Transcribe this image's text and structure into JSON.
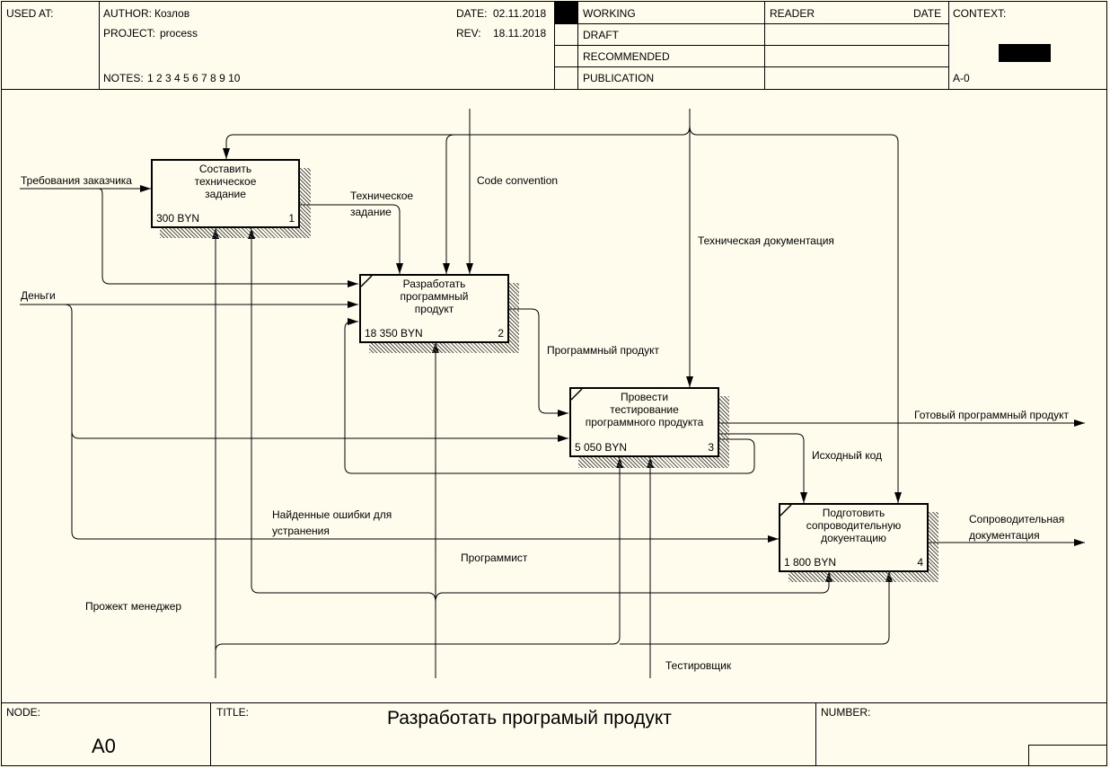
{
  "header": {
    "used_at_label": "USED AT:",
    "author_label": "AUTHOR:",
    "author_value": "Козлов",
    "project_label": "PROJECT:",
    "project_value": "process",
    "notes_label": "NOTES:",
    "notes_value": "1 2 3 4 5 6 7 8 9 10",
    "date_label": "DATE:",
    "date_value": "02.11.2018",
    "rev_label": "REV:",
    "rev_value": "18.11.2018",
    "status": [
      "WORKING",
      "DRAFT",
      "RECOMMENDED",
      "PUBLICATION"
    ],
    "reader_label": "READER",
    "reader_date_label": "DATE",
    "context_label": "CONTEXT:",
    "context_node": "A-0"
  },
  "activities": [
    {
      "title": "Составить техническое задание",
      "title_lines": [
        "Составить",
        "техническое",
        "задание"
      ],
      "cost": "300 BYN",
      "number": "1"
    },
    {
      "title": "Разработать программный продукт",
      "title_lines": [
        "Разработать",
        "программный",
        "продукт"
      ],
      "cost": "18 350 BYN",
      "number": "2"
    },
    {
      "title": "Провести тестирование программного продукта",
      "title_lines": [
        "Провести",
        "тестирование",
        "программного продукта"
      ],
      "cost": "5 050 BYN",
      "number": "3"
    },
    {
      "title": "Подготовить сопроводительную докуентацию",
      "title_lines": [
        "Подготовить",
        "сопроводительную",
        "докуентацию"
      ],
      "cost": "1 800 BYN",
      "number": "4"
    }
  ],
  "arrows": {
    "requirements": "Требования заказчика",
    "money": "Деньги",
    "tech_spec": "Техническое задание",
    "code_convention": "Code convention",
    "tech_docs": "Техническая документация",
    "software_product": "Программный продукт",
    "finished_product": "Готовый программный продукт",
    "source_code": "Исходный код",
    "found_errors": "Найденные ошибки для устранения",
    "accompanying_docs": "Сопроводительная документация",
    "programmer": "Программист",
    "project_manager": "Прожект менеджер",
    "tester": "Тестировщик"
  },
  "footer": {
    "node_label": "NODE:",
    "node_value": "A0",
    "title_label": "TITLE:",
    "title_value": "Разработать програмый продукт",
    "number_label": "NUMBER:"
  }
}
